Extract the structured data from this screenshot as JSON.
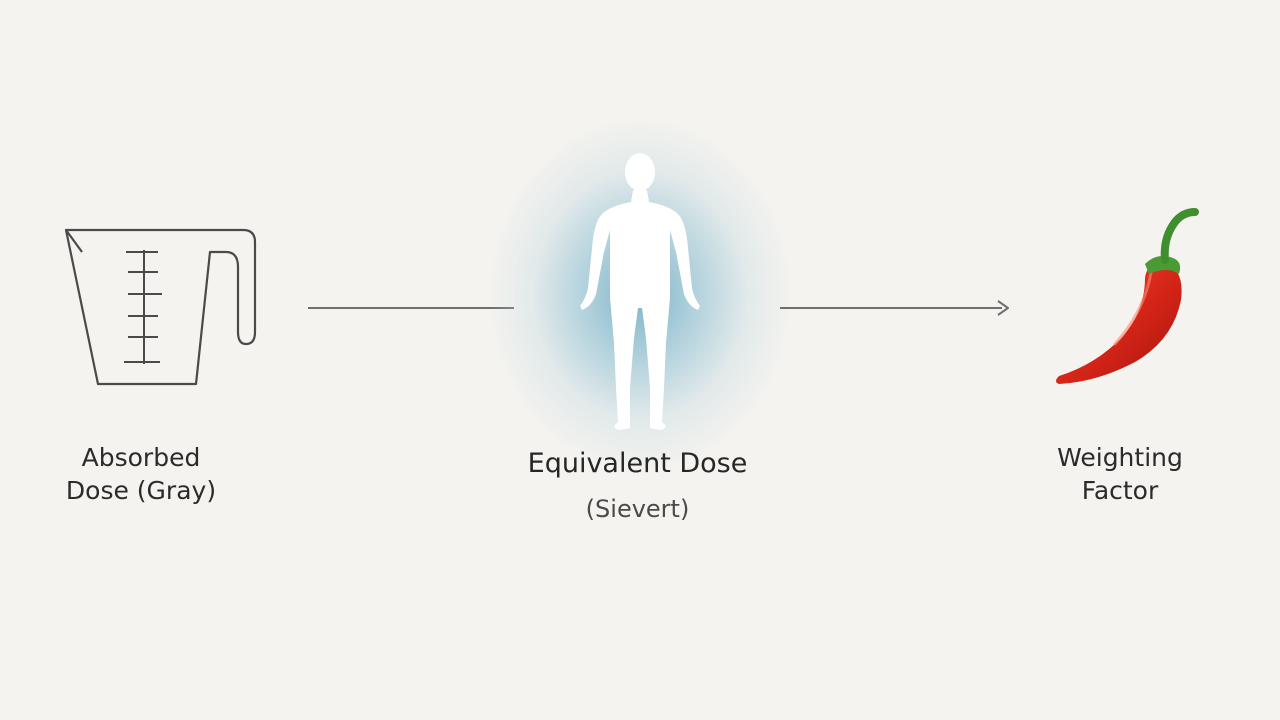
{
  "diagram": {
    "nodes": [
      {
        "id": "absorbed",
        "label_line1": "Absorbed",
        "label_line2": "Dose (Gray)",
        "icon": "measuring-cup-icon"
      },
      {
        "id": "equivalent",
        "title": "Equivalent Dose",
        "subtitle": "(Sievert)",
        "icon": "human-body-icon"
      },
      {
        "id": "weighting",
        "label_line1": "Weighting",
        "label_line2": "Factor",
        "icon": "chili-pepper-icon"
      }
    ],
    "edges": [
      {
        "from": "absorbed",
        "to": "equivalent",
        "style": "line"
      },
      {
        "from": "equivalent",
        "to": "weighting",
        "style": "arrow"
      }
    ]
  },
  "colors": {
    "background": "#f4f3ef",
    "line": "#6f6f6f",
    "glow": "#69aac3",
    "pepper_red": "#d42418",
    "pepper_stem": "#3f8f2e"
  }
}
